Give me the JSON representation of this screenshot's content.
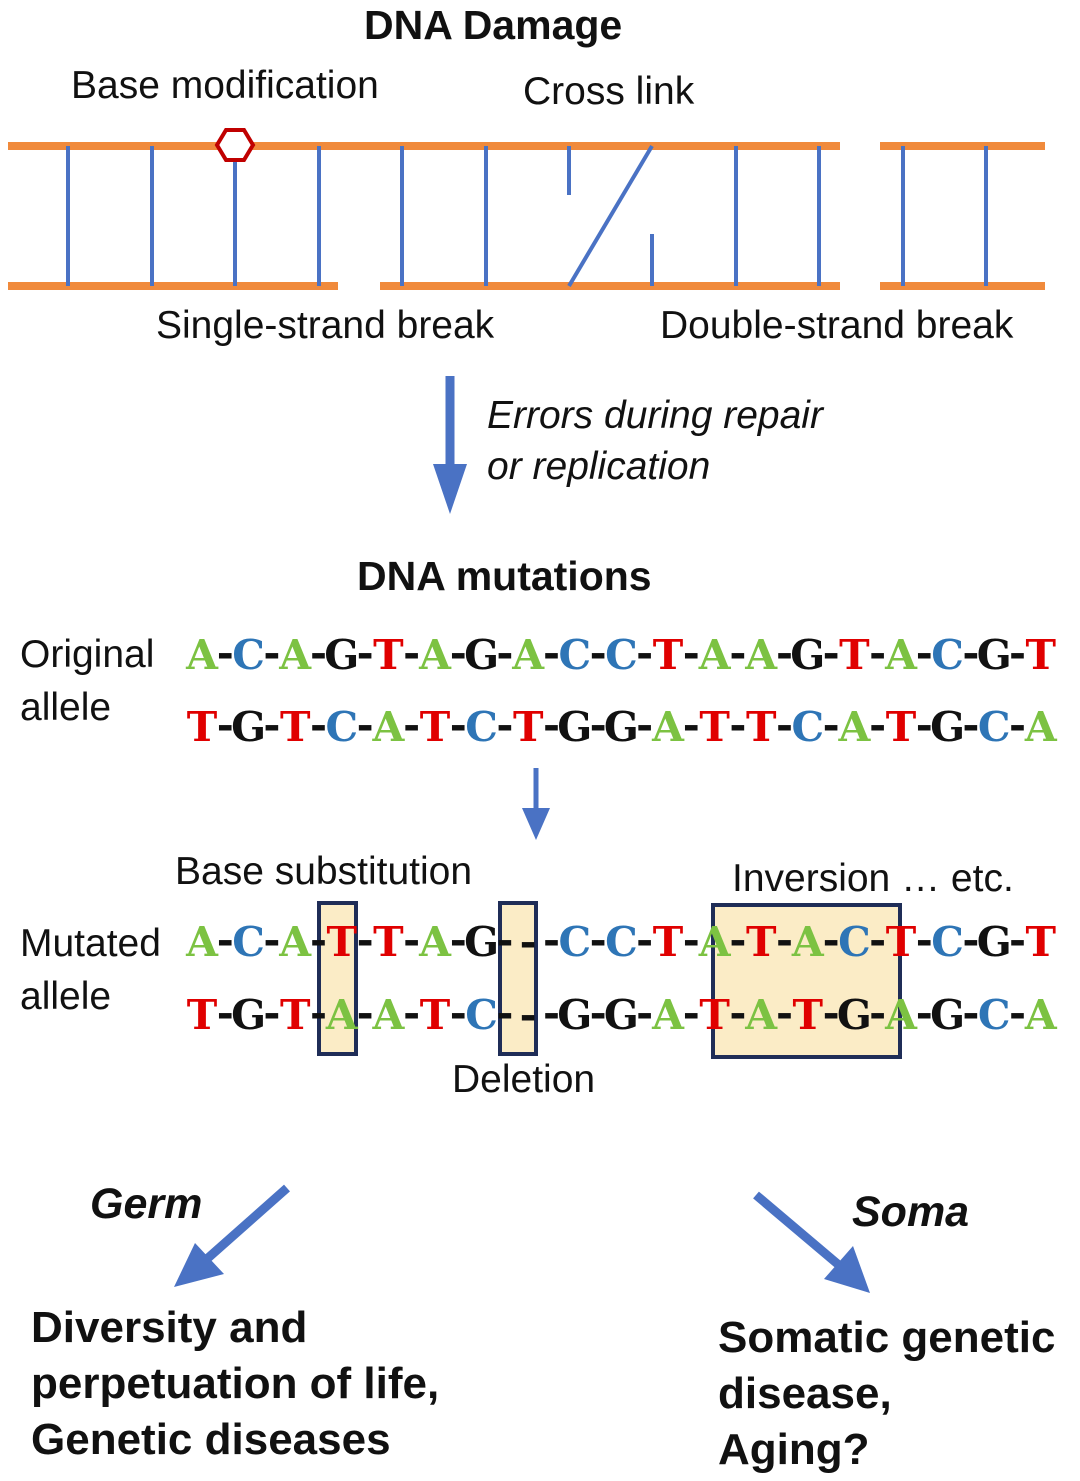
{
  "title_damage": "DNA Damage",
  "label_base_modification": "Base modification",
  "label_cross_link": "Cross link",
  "label_single_strand_break": "Single-strand break",
  "label_double_strand_break": "Double-strand break",
  "label_errors_line1": "Errors during repair",
  "label_errors_line2": "or replication",
  "title_mutations": "DNA mutations",
  "label_original_line1": "Original",
  "label_original_line2": "allele",
  "label_mutated_line1": "Mutated",
  "label_mutated_line2": "allele",
  "label_base_substitution": "Base substitution",
  "label_inversion": "Inversion … etc.",
  "label_deletion": "Deletion",
  "label_germ": "Germ",
  "label_soma": "Soma",
  "outcome_germ": [
    "Diversity and",
    "perpetuation of life,",
    "Genetic diseases"
  ],
  "outcome_soma": [
    "Somatic genetic",
    "disease,",
    "Aging?"
  ],
  "colors": {
    "strand": "#f08a3c",
    "rung": "#4a72c4",
    "arrow": "#4a72c4",
    "lesion": "#c00000",
    "A": "#7cc242",
    "C": "#2e75b6",
    "G": "#111111",
    "T": "#e00000",
    "highlight_fill": "#fbecc6",
    "highlight_stroke": "#1f2d57"
  },
  "sequences": {
    "original_top": [
      "A",
      "C",
      "A",
      "G",
      "T",
      "A",
      "G",
      "A",
      "C",
      "C",
      "T",
      "A",
      "A",
      "G",
      "T",
      "A",
      "C",
      "G",
      "T"
    ],
    "original_bottom": [
      "T",
      "G",
      "T",
      "C",
      "A",
      "T",
      "C",
      "T",
      "G",
      "G",
      "A",
      "T",
      "T",
      "C",
      "A",
      "T",
      "G",
      "C",
      "A"
    ],
    "mutated_top": [
      "A",
      "C",
      "A",
      "T",
      "T",
      "A",
      "G",
      "-",
      "C",
      "C",
      "T",
      "A",
      "T",
      "A",
      "C",
      "T",
      "C",
      "G",
      "T"
    ],
    "mutated_bottom": [
      "T",
      "G",
      "T",
      "A",
      "A",
      "T",
      "C",
      "-",
      "G",
      "G",
      "A",
      "T",
      "A",
      "T",
      "G",
      "A",
      "G",
      "C",
      "A"
    ]
  }
}
